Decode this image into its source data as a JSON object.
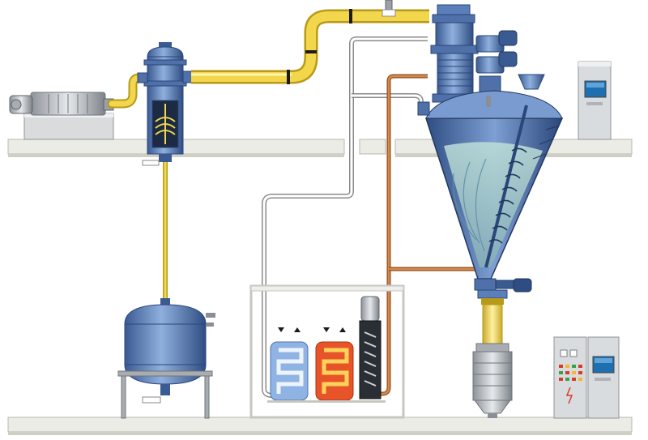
{
  "diagram": {
    "components": [
      "vacuum-pump-unit",
      "condenser-column",
      "receiver-tank",
      "heating-cooling-unit",
      "conical-screw-dryer",
      "discharge-filter",
      "control-cabinet",
      "operator-terminal-upper",
      "operator-terminal-lower"
    ],
    "colors": {
      "vessel_blue": "#5b7fb8",
      "vessel_dark": "#3a5a92",
      "vessel_light": "#a9c1e3",
      "vapor_pipe": "#f2d64b",
      "vapor_pipe_edge": "#b89a18",
      "process_pipe_white": "#ffffff",
      "process_pipe_edge": "#8a8a8a",
      "heating_line": "#c8773a",
      "cold_coil": "#dfe8f5",
      "hot_coil": "#e8542a",
      "floor_top": "#e9e9e3",
      "floor_edge": "#b9b9b0",
      "cabinet": "#d8dcdf",
      "screen": "#1e6fb0"
    }
  }
}
